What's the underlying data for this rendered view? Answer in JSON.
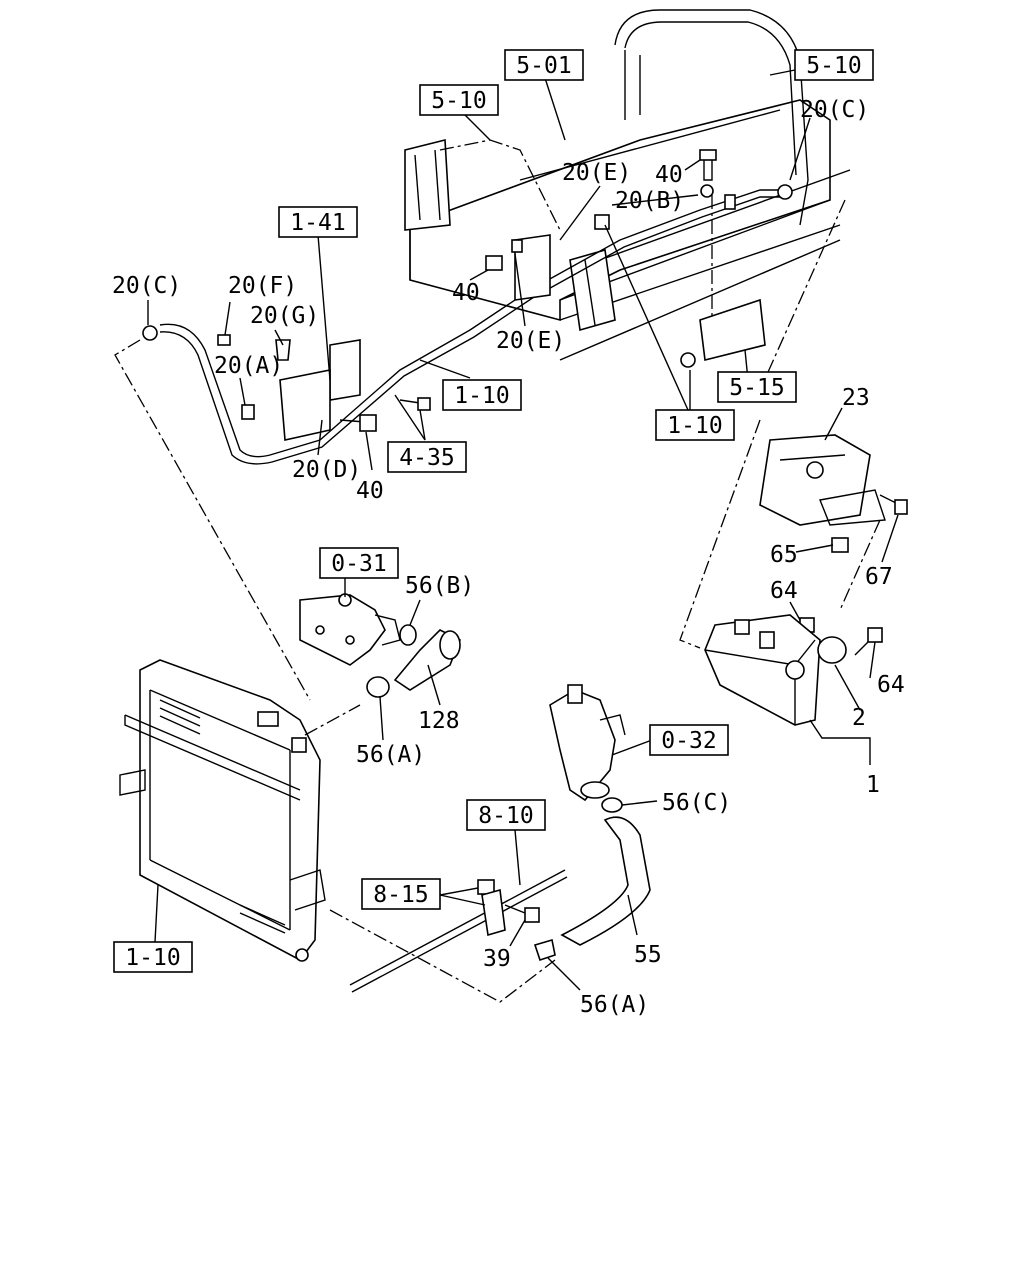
{
  "refs": {
    "r501": "5-01",
    "r510a": "5-10",
    "r510b": "5-10",
    "r141": "1-41",
    "r110a": "1-10",
    "r110b": "1-10",
    "r110c": "1-10",
    "r515": "5-15",
    "r435": "4-35",
    "r031": "0-31",
    "r032": "0-32",
    "r810": "8-10",
    "r815": "8-15"
  },
  "callouts": {
    "c20C_top": "20(C)",
    "c20E_top": "20(E)",
    "c40_top": "40",
    "c20B": "20(B)",
    "c40_mid": "40",
    "c20E_bot": "20(E)",
    "c20C_left": "20(C)",
    "c20F": "20(F)",
    "c20G": "20(G)",
    "c20A": "20(A)",
    "c20D": "20(D)",
    "c40_bot": "40",
    "c23": "23",
    "c65": "65",
    "c67": "67",
    "c64_a": "64",
    "c64_b": "64",
    "c2": "2",
    "c1": "1",
    "c56B": "56(B)",
    "c128": "128",
    "c56A_top": "56(A)",
    "c56C": "56(C)",
    "c55": "55",
    "c39": "39",
    "c56A_bot": "56(A)"
  }
}
